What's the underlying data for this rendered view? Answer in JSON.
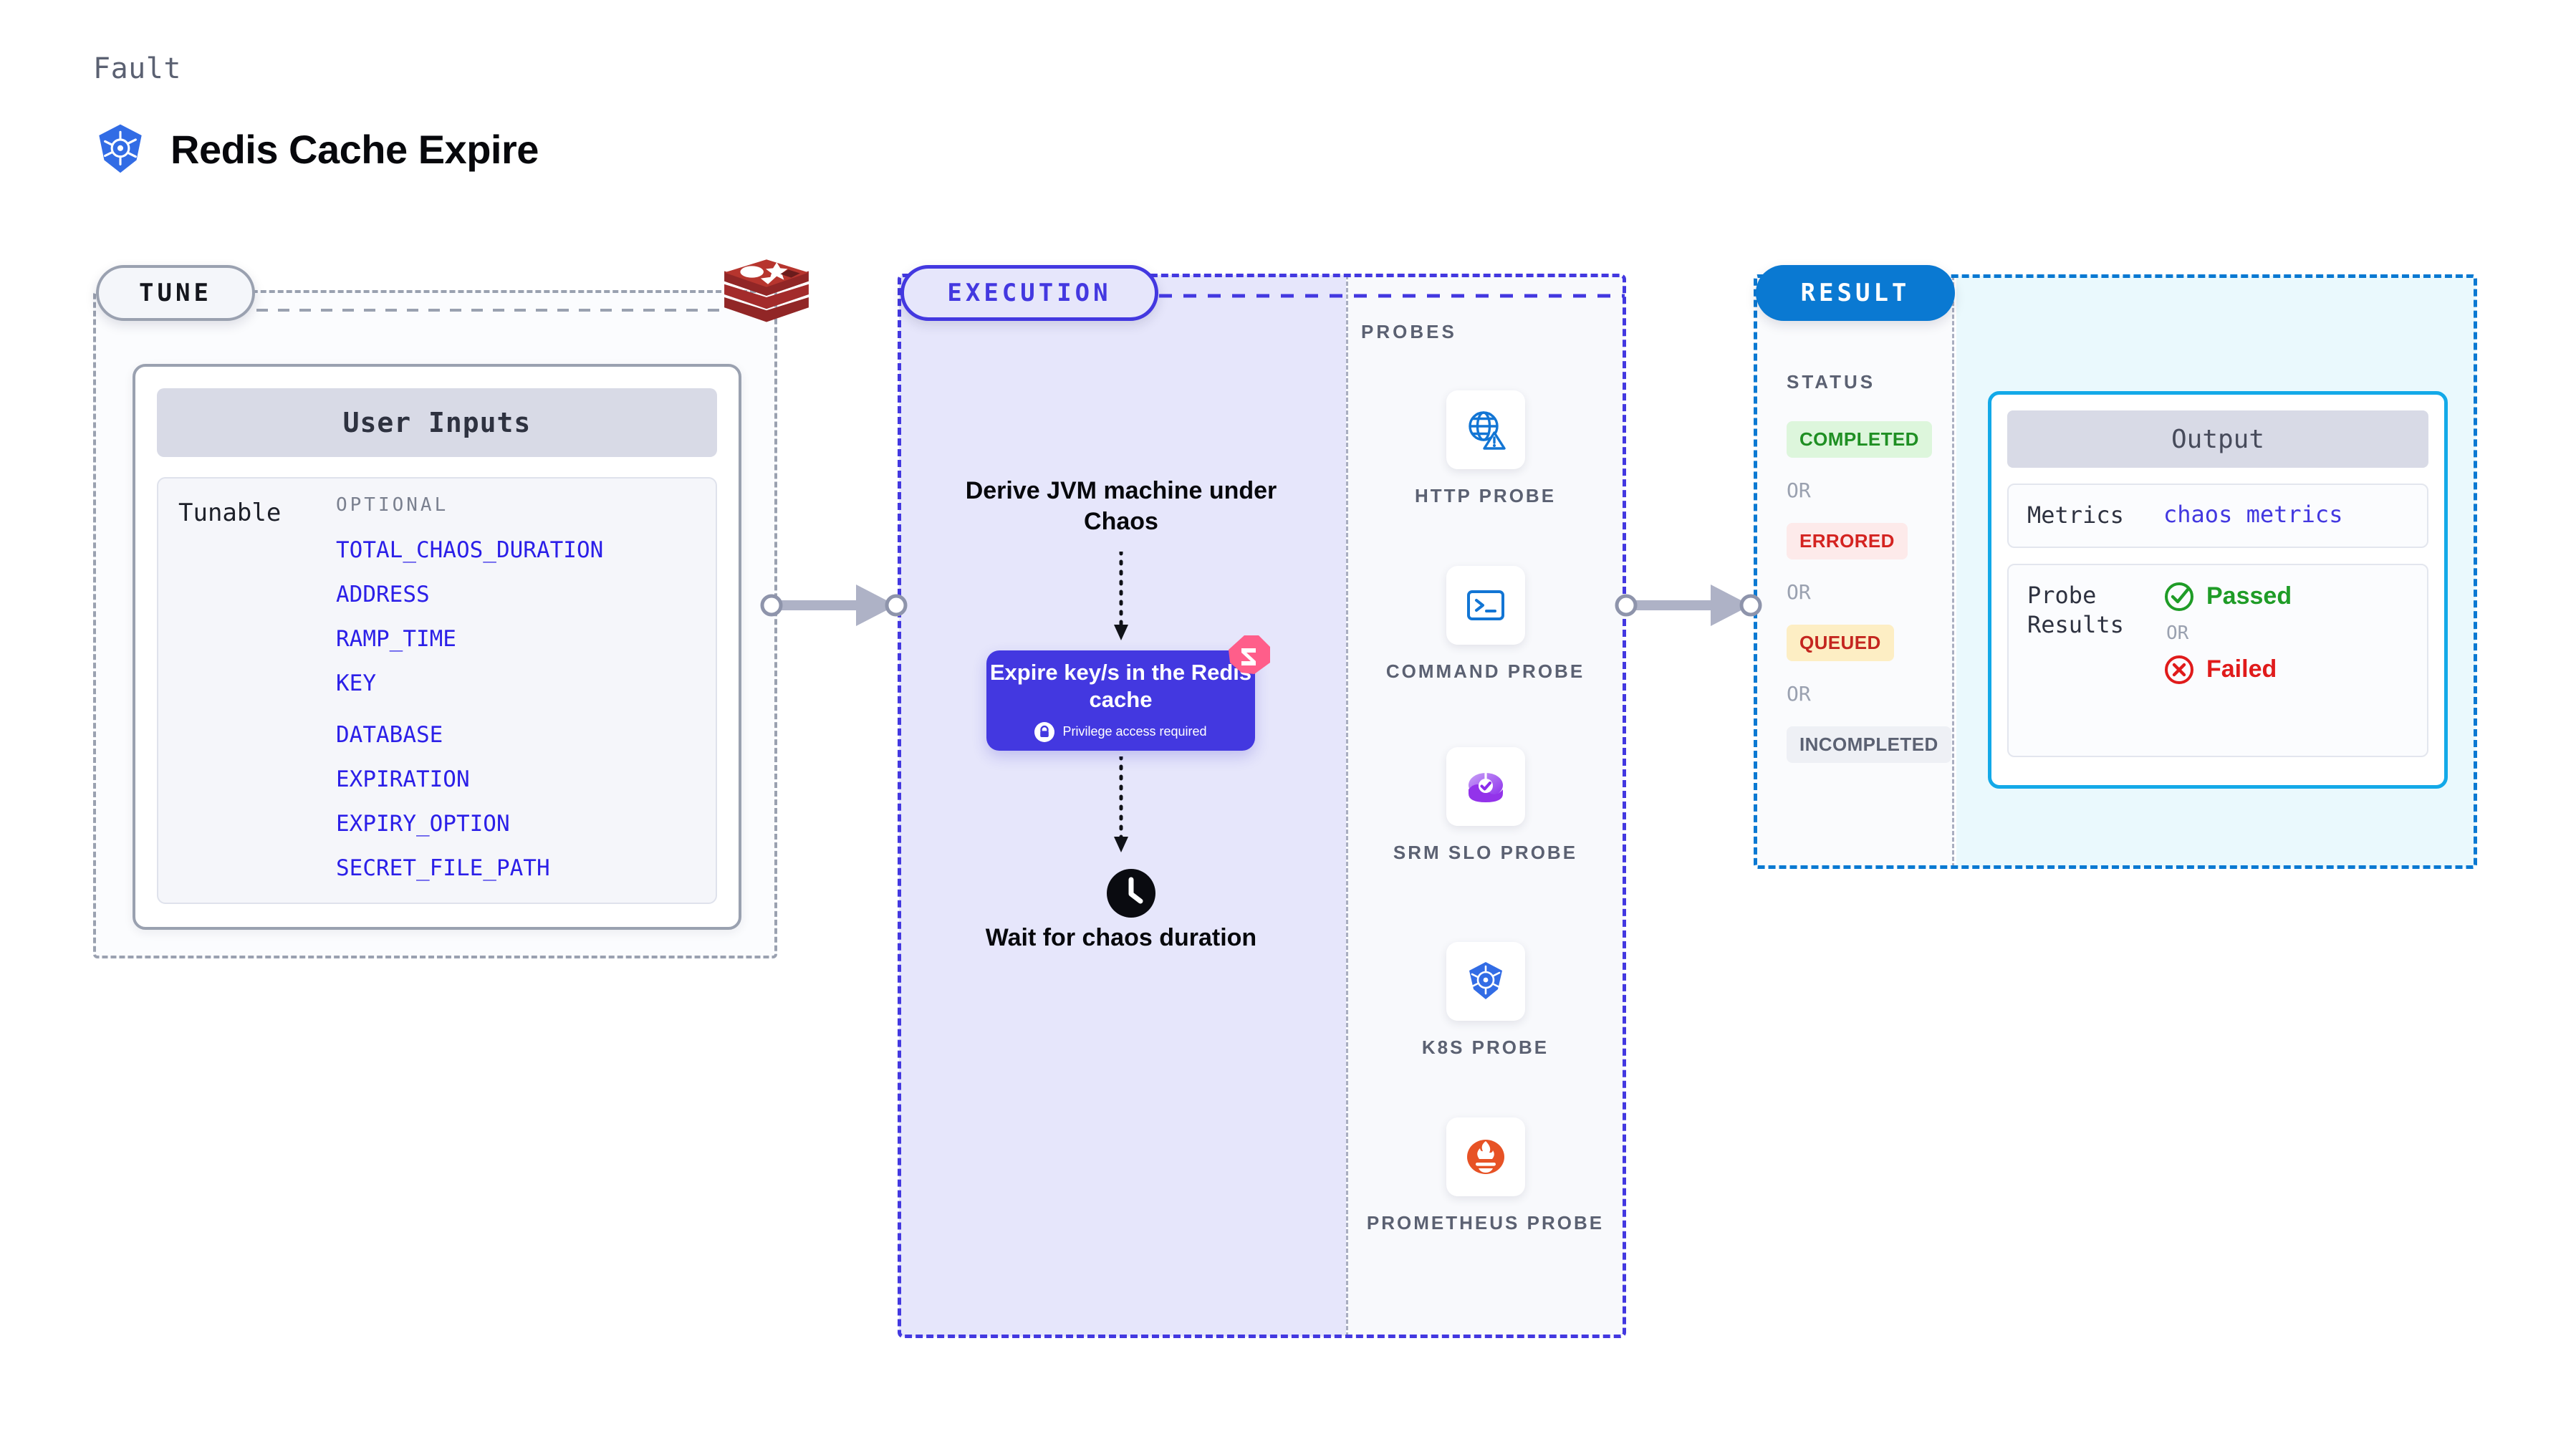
{
  "header": {
    "kicker": "Fault",
    "title": "Redis Cache Expire",
    "logo_icon": "kubernetes-icon"
  },
  "tune": {
    "pill_label": "TUNE",
    "source_logo_icon": "redis-icon",
    "card_title": "User Inputs",
    "tunable_label": "Tunable",
    "optional_label": "OPTIONAL",
    "params": [
      "TOTAL_CHAOS_DURATION",
      "ADDRESS",
      "RAMP_TIME",
      "KEY",
      "DATABASE",
      "EXPIRATION",
      "EXPIRY_OPTION",
      "SECRET_FILE_PATH"
    ]
  },
  "execution": {
    "pill_label": "EXECUTION",
    "step1": "Derive JVM machine under Chaos",
    "action_title": "Expire key/s in the Redis cache",
    "action_badge": "Privilege access required",
    "action_badge_icon": "lock-icon",
    "ribbon_icon": "harness-ribbon-icon",
    "clock_icon": "clock-icon",
    "step2": "Wait for chaos duration"
  },
  "probes": {
    "section_label": "PROBES",
    "items": [
      {
        "name": "HTTP PROBE",
        "icon": "globe-warning-icon"
      },
      {
        "name": "COMMAND PROBE",
        "icon": "terminal-icon"
      },
      {
        "name": "SRM SLO PROBE",
        "icon": "srm-slo-icon"
      },
      {
        "name": "K8S PROBE",
        "icon": "kubernetes-icon"
      },
      {
        "name": "PROMETHEUS PROBE",
        "icon": "prometheus-icon"
      }
    ]
  },
  "result": {
    "pill_label": "RESULT",
    "status_label": "STATUS",
    "or_label": "OR",
    "statuses": [
      {
        "label": "COMPLETED",
        "text_color": "#1f8f23",
        "bg_color": "#ddf6dc"
      },
      {
        "label": "ERRORED",
        "text_color": "#d42320",
        "bg_color": "#fdeaea"
      },
      {
        "label": "QUEUED",
        "text_color": "#c4261f",
        "bg_color": "#fdeec4"
      },
      {
        "label": "INCOMPLETED",
        "text_color": "#5b6172",
        "bg_color": "#eef0f5"
      }
    ],
    "output": {
      "title": "Output",
      "metrics_key": "Metrics",
      "metrics_value": "chaos metrics",
      "probe_results_key": "Probe Results",
      "passed_label": "Passed",
      "passed_icon": "check-circle-icon",
      "failed_label": "Failed",
      "failed_icon": "x-circle-icon",
      "or_label": "OR"
    }
  },
  "colors": {
    "tune_border": "#9aa1b0",
    "execution": "#4338e0",
    "result": "#0a79d2",
    "output_border": "#13a9e8",
    "param_link": "#2b1fe8",
    "passed": "#1f9c27",
    "failed": "#e01b1b"
  }
}
